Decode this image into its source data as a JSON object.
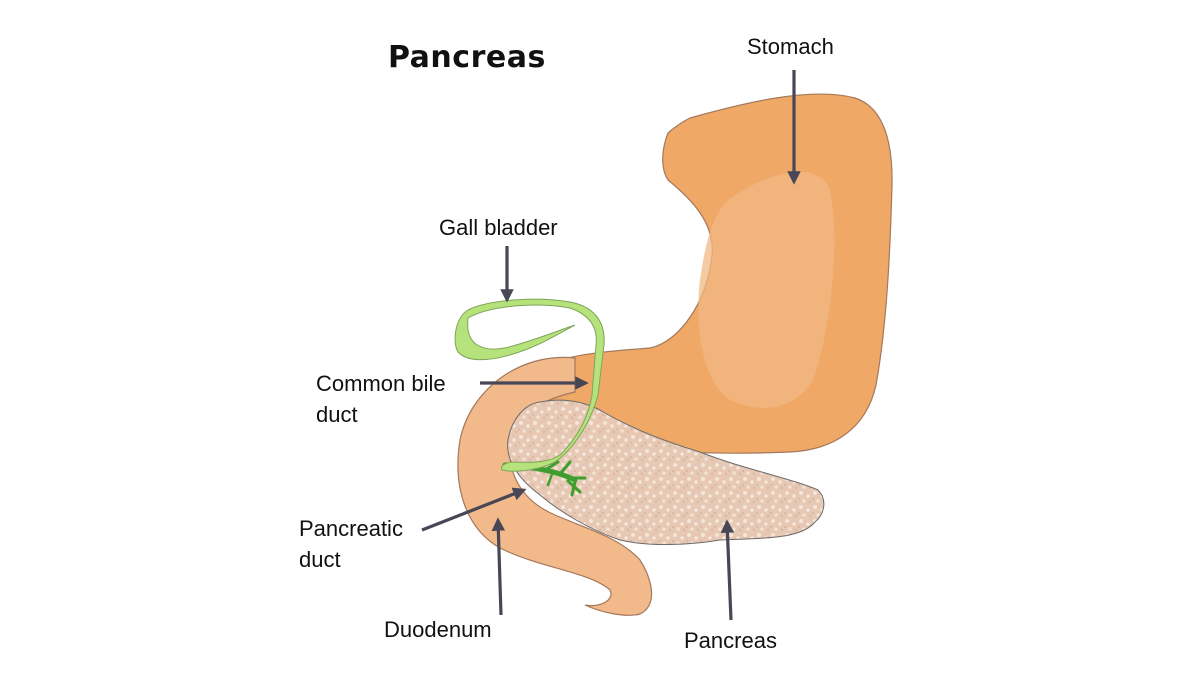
{
  "title": "Pancreas",
  "labels": {
    "stomach": "Stomach",
    "gall_bladder": "Gall bladder",
    "common_bile_duct": [
      "Common bile",
      "duct"
    ],
    "pancreatic_duct": [
      "Pancreatic",
      "duct"
    ],
    "duodenum": "Duodenum",
    "pancreas": "Pancreas"
  },
  "colors": {
    "stomach": "#efa866",
    "duodenum": "#f2b98a",
    "pancreas": "#e6c8b4",
    "gall_bladder": "#b5e27a",
    "pancreatic_duct": "#3f9e2e",
    "arrow": "#474756"
  }
}
